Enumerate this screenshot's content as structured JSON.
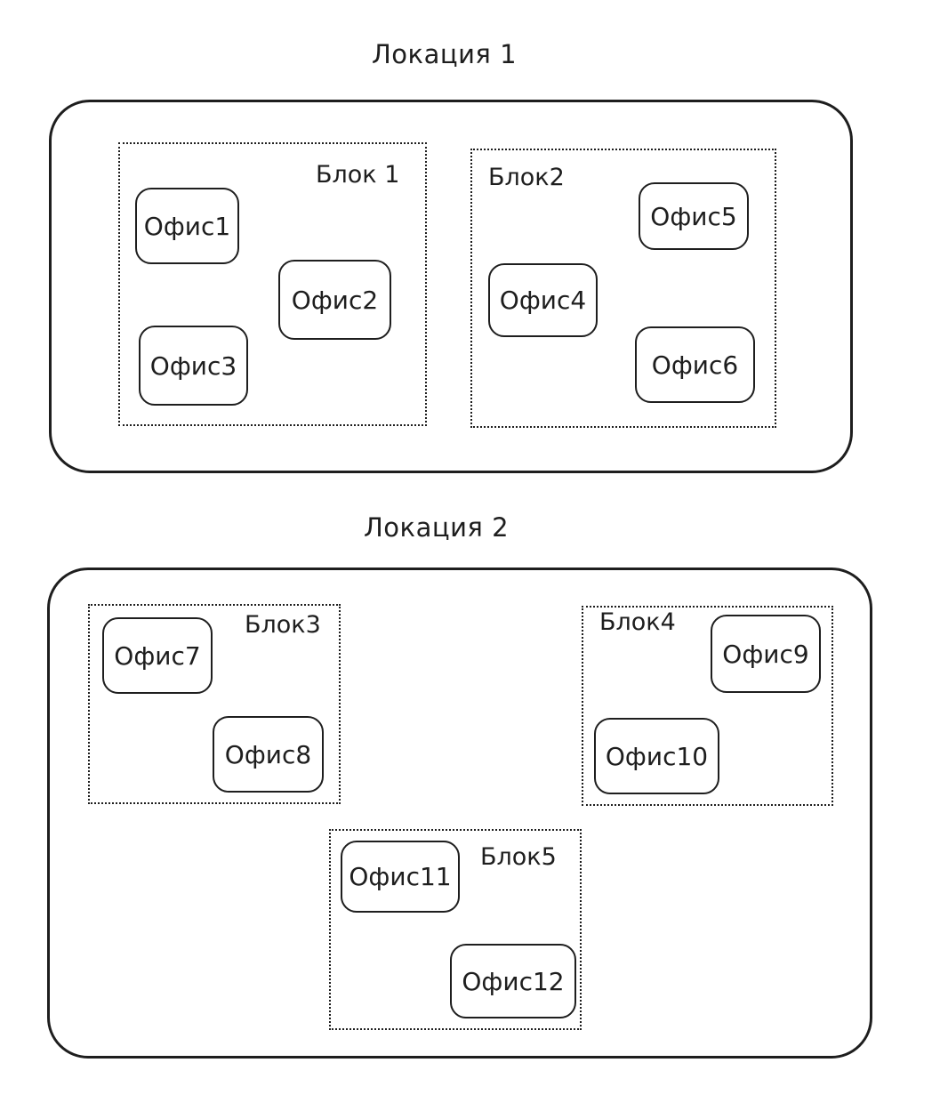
{
  "locations": [
    {
      "title": "Локация 1",
      "blocks": [
        {
          "label": "Блок 1",
          "offices": [
            "Офис1",
            "Офис2",
            "Офис3"
          ]
        },
        {
          "label": "Блок2",
          "offices": [
            "Офис5",
            "Офис4",
            "Офис6"
          ]
        }
      ]
    },
    {
      "title": "Локация 2",
      "blocks": [
        {
          "label": "Блок3",
          "offices": [
            "Офис7",
            "Офис8"
          ]
        },
        {
          "label": "Блок4",
          "offices": [
            "Офис9",
            "Офис10"
          ]
        },
        {
          "label": "Блок5",
          "offices": [
            "Офис11",
            "Офис12"
          ]
        }
      ]
    }
  ]
}
